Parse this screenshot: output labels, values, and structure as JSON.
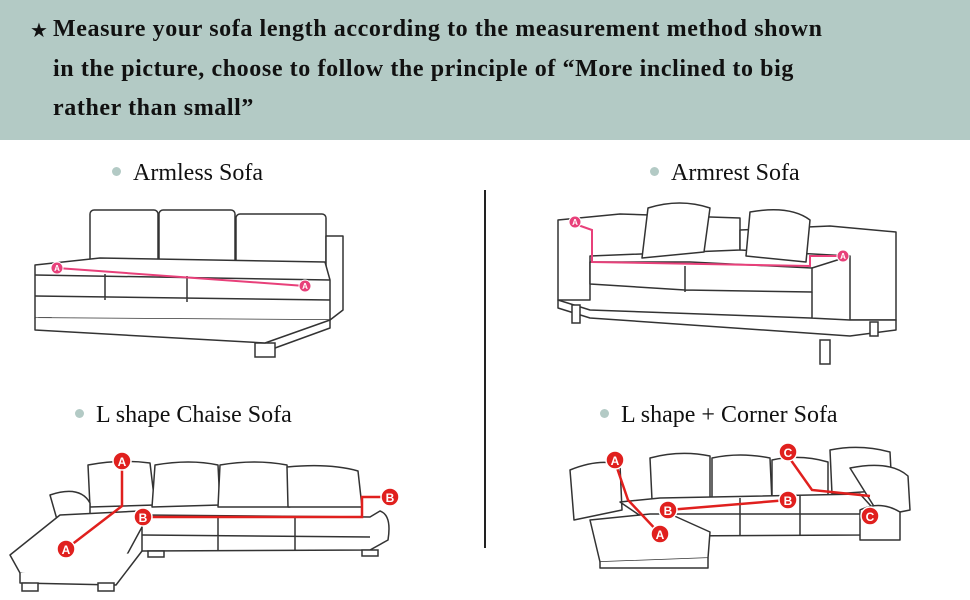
{
  "header": {
    "star": "★",
    "lines": [
      "Measure your sofa length according to the measurement method shown",
      "in the picture, choose to follow the principle of “More inclined to big",
      "rather than small”"
    ],
    "background_color": "#b3cac5"
  },
  "sections": [
    {
      "title": "Armless Sofa",
      "markers": [
        "A",
        "A"
      ]
    },
    {
      "title": "Armrest Sofa",
      "markers": [
        "A",
        "A"
      ]
    },
    {
      "title": "L shape Chaise Sofa",
      "markers": [
        "A",
        "A",
        "B",
        "B"
      ]
    },
    {
      "title": "L shape + Corner Sofa",
      "markers": [
        "A",
        "A",
        "B",
        "B",
        "C",
        "C"
      ]
    }
  ],
  "colors": {
    "measure_pink": "#e8407a",
    "measure_red": "#e0201e"
  }
}
